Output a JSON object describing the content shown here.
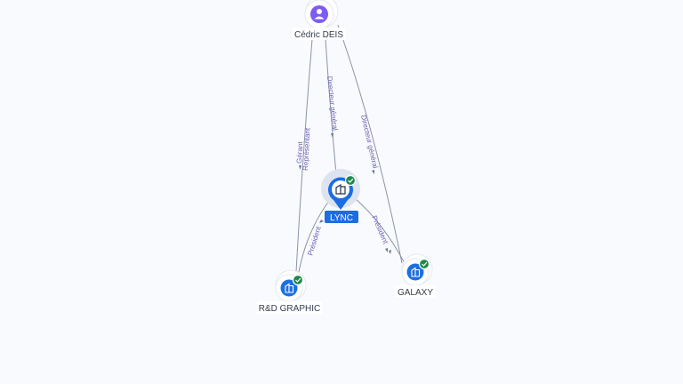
{
  "nodes": [
    {
      "id": "cedric",
      "label": "Cédric DEIS",
      "kind": "person",
      "icon": "person-icon",
      "verified": false,
      "selected": false
    },
    {
      "id": "lync",
      "label": "LYNC",
      "kind": "company",
      "icon": "building-icon",
      "verified": true,
      "selected": true
    },
    {
      "id": "rdgraphic",
      "label": "R&D GRAPHIC",
      "kind": "company",
      "icon": "building-icon",
      "verified": true,
      "selected": false
    },
    {
      "id": "galaxy",
      "label": "GALAXY",
      "kind": "company",
      "icon": "building-icon",
      "verified": true,
      "selected": false
    }
  ],
  "edges": [
    {
      "id": "e1",
      "from": "cedric",
      "to": "rdgraphic",
      "labels": [
        "Gérant",
        "Représentant"
      ]
    },
    {
      "id": "e2",
      "from": "cedric",
      "to": "lync",
      "labels": [
        "Directeur général"
      ]
    },
    {
      "id": "e3",
      "from": "cedric",
      "to": "galaxy",
      "labels": [
        "Directeur général"
      ]
    },
    {
      "id": "e4",
      "from": "lync",
      "to": "rdgraphic",
      "labels": [
        "Président"
      ]
    },
    {
      "id": "e5",
      "from": "lync",
      "to": "galaxy",
      "labels": [
        "Président"
      ]
    }
  ],
  "colors": {
    "person": "#7c5cf2",
    "company": "#1d6fe0",
    "verified": "#1c8a4b",
    "selected": "#1a6de3",
    "edge": "#8a93a8",
    "edge_label": "#6b60b8",
    "background": "#f9fafd"
  }
}
